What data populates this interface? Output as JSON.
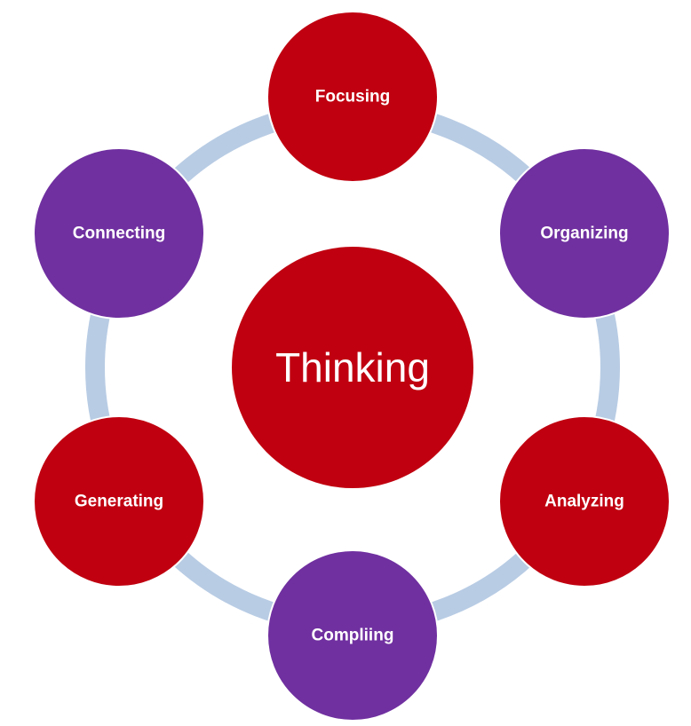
{
  "diagram": {
    "center": {
      "label": "Thinking",
      "color": "#c00010"
    },
    "nodes": [
      {
        "id": "focusing",
        "label": "Focusing",
        "color": "#c00010"
      },
      {
        "id": "organizing",
        "label": "Organizing",
        "color": "#7030a0"
      },
      {
        "id": "analyzing",
        "label": "Analyzing",
        "color": "#c00010"
      },
      {
        "id": "compiling",
        "label": "Compliing",
        "color": "#7030a0"
      },
      {
        "id": "generating",
        "label": "Generating",
        "color": "#c00010"
      },
      {
        "id": "connecting",
        "label": "Connecting",
        "color": "#7030a0"
      }
    ],
    "ring_color": "#b8cce4"
  }
}
